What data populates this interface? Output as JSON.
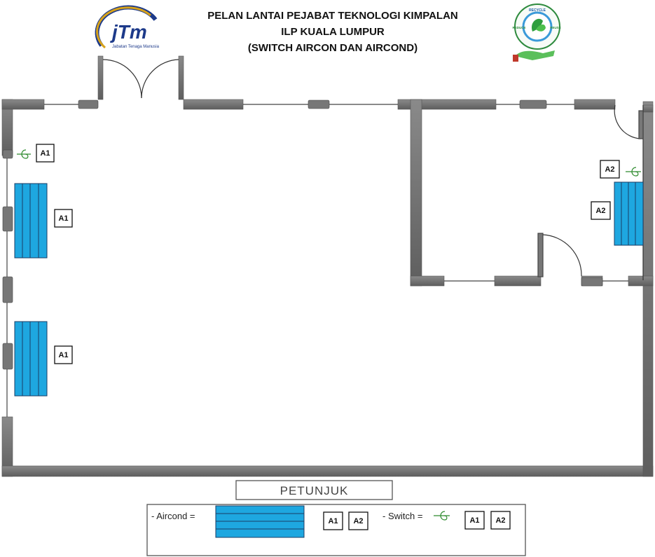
{
  "header": {
    "title_line1": "PELAN LANTAI PEJABAT TEKNOLOGI KIMPALAN",
    "title_line2": "ILP KUALA LUMPUR",
    "title_line3": "(SWITCH AIRCON DAN AIRCOND)"
  },
  "logo_left": {
    "text": "jTm",
    "subtitle": "Jabatan Tenaga Manusia"
  },
  "logo_right": {
    "ring_text": "RECYCLE",
    "ring_text2": "REUSE",
    "ring_text3": "REDUCE"
  },
  "labels": {
    "a1": "A1",
    "a2": "A2"
  },
  "legend": {
    "heading": "PETUNJUK",
    "aircond_label": "- Aircond =",
    "switch_label": "- Switch ="
  },
  "colors": {
    "wall": "#6d6d6d",
    "aircond": "#1ea7e0",
    "switch": "#2e8b2e"
  }
}
